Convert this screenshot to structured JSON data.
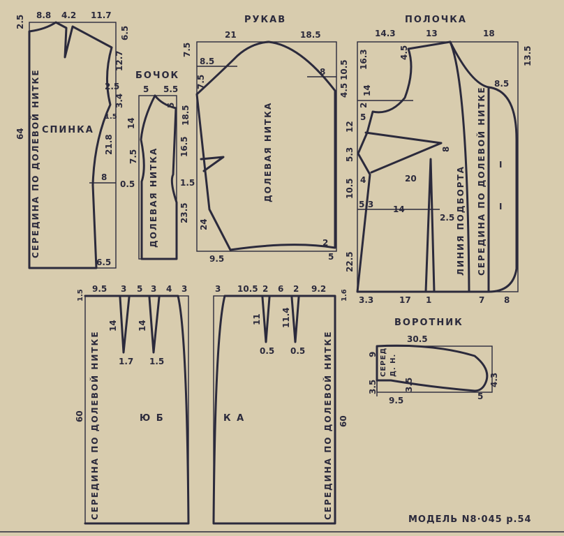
{
  "back": {
    "title": "СПИНКА",
    "grain": "СЕРЕДИНА ПО ДОЛЕВОЙ НИТКЕ",
    "dims": [
      "8.8",
      "4.2",
      "11.7",
      "2.5",
      "6.5",
      "12.7",
      "2.5",
      "3.4",
      "1.5",
      "21.8",
      "8",
      "64",
      "6.5"
    ]
  },
  "side": {
    "title": "БОЧОК",
    "grain": "ДОЛЕВАЯ НИТКА",
    "dims": [
      "5",
      "5.5",
      "5",
      "14",
      "18.5",
      "7.5",
      "16.5",
      "0.5",
      "1.5",
      "23.5"
    ]
  },
  "sleeve": {
    "title": "РУКАВ",
    "grain": "ДОЛЕВАЯ НИТКА",
    "dims": [
      "21",
      "18.5",
      "7.5",
      "8.5",
      "10.5",
      "8",
      "7.5",
      "4.5",
      "24",
      "9.5",
      "2",
      "5"
    ]
  },
  "front": {
    "title": "ПОЛОЧКА",
    "facing": "ЛИНИЯ ПОДБОРТА",
    "grain": "СЕРЕДИНА ПО ДОЛЕВОЙ НИТКЕ",
    "mark": "I",
    "dims": [
      "14.3",
      "13",
      "18",
      "13.5",
      "16.3",
      "4.5",
      "8.5",
      "14",
      "2",
      "5",
      "12",
      "5.3",
      "8",
      "20",
      "4",
      "10.5",
      "5.3",
      "14",
      "2.5",
      "22.5",
      "3.3",
      "17",
      "1",
      "7",
      "8"
    ]
  },
  "skirt_back": {
    "title_part": "Ю   Б",
    "grain": "СЕРЕДИНА ПО ДОЛЕВОЙ НИТКЕ",
    "dims": [
      "9.5",
      "3",
      "5",
      "3",
      "4",
      "3",
      "1.5",
      "14",
      "14",
      "1.7",
      "1.5",
      "60"
    ]
  },
  "skirt_front": {
    "title_part": "К   А",
    "grain": "СЕРЕДИНА ПО ДОЛЕВОЙ НИТКЕ",
    "dims": [
      "3",
      "10.5",
      "2",
      "6",
      "2",
      "9.2",
      "1.6",
      "11",
      "11.4",
      "0.5",
      "0.5",
      "60"
    ]
  },
  "collar": {
    "title": "ВОРОТНИК",
    "grain_a": "СЕРЕД",
    "grain_b": "Д. Н.",
    "dims": [
      "30.5",
      "9",
      "3.5",
      "3.5",
      "9.5",
      "5",
      "4.3"
    ]
  },
  "footer": {
    "model": "МОДЕЛЬ N8·045 р.54"
  }
}
